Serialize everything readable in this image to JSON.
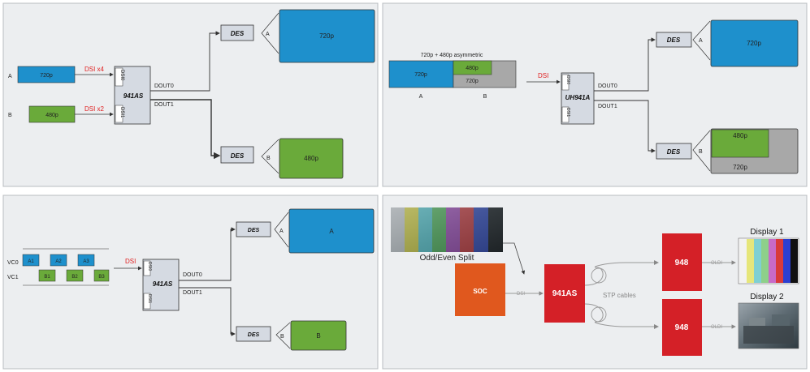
{
  "panel1": {
    "input_a": "A",
    "input_b": "B",
    "box_720": "720p",
    "box_480": "480p",
    "dsi_x4": "DSI x4",
    "dsi_x2": "DSI x2",
    "dsi0": "DSI0",
    "dsi1": "DSI1",
    "chip": "941AS",
    "dout0": "DOUT0",
    "dout1": "DOUT1",
    "des_top": "DES",
    "des_bottom": "DES",
    "out_a": "A",
    "out_b": "B",
    "display_top": "720p",
    "display_bottom": "480p"
  },
  "panel2": {
    "caption": "720p + 480p asymmetric",
    "frame_720": "720p",
    "frame_480": "480p",
    "frame_720b": "720p",
    "frame_a": "A",
    "frame_b": "B",
    "dsi": "DSI",
    "dsi0": "DSI0",
    "dsi1": "DSI1",
    "chip": "UH941A",
    "dout0": "DOUT0",
    "dout1": "DOUT1",
    "des_top": "DES",
    "des_bottom": "DES",
    "out_a": "A",
    "out_b": "B",
    "display_top": "720p",
    "display_480": "480p",
    "display_720": "720p"
  },
  "panel3": {
    "vc0": "VC0",
    "vc1": "VC1",
    "a1": "A1",
    "a2": "A2",
    "a3": "A3",
    "b1": "B1",
    "b2": "B2",
    "b3": "B3",
    "dsi": "DSI",
    "dsi0": "DSI0",
    "dsi1": "DSI1",
    "chip": "941AS",
    "dout0": "DOUT0",
    "dout1": "DOUT1",
    "des_top": "DES",
    "des_bottom": "DES",
    "out_a": "A",
    "out_b": "B",
    "display_a": "A",
    "display_b": "B"
  },
  "panel4": {
    "split_label": "Odd/Even Split",
    "soc": "SOC",
    "dsi": "DSI",
    "chip": "941AS",
    "stp": "STP cables",
    "des_top": "948",
    "des_bottom": "948",
    "oldi_top": "OLDI",
    "oldi_bottom": "OLDI",
    "display1": "Display 1",
    "display2": "Display 2"
  },
  "colors": {
    "blue": "#1e90cc",
    "green": "#6aaa3a",
    "red_chip": "#d42027",
    "soc_orange": "#e0581e",
    "panel_bg": "#eceef0",
    "chip_bg": "#d5dae2",
    "gray_frame": "#a8a8a8"
  }
}
